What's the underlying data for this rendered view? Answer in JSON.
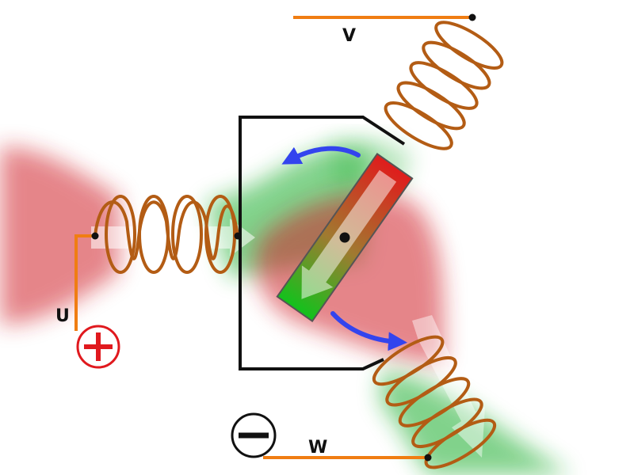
{
  "labels": {
    "u": "U",
    "v": "V",
    "w": "W"
  },
  "terminals": {
    "positive": "plus-sign",
    "negative": "minus-sign"
  },
  "colors": {
    "wire": "#f07d12",
    "coil": "#b35c14",
    "field_north": "#d0242a",
    "field_south": "#1fae2e",
    "rotation_arrow": "#3344ee",
    "frame": "#111111",
    "positive_terminal": "#e0191e",
    "negative_terminal": "#111111"
  }
}
